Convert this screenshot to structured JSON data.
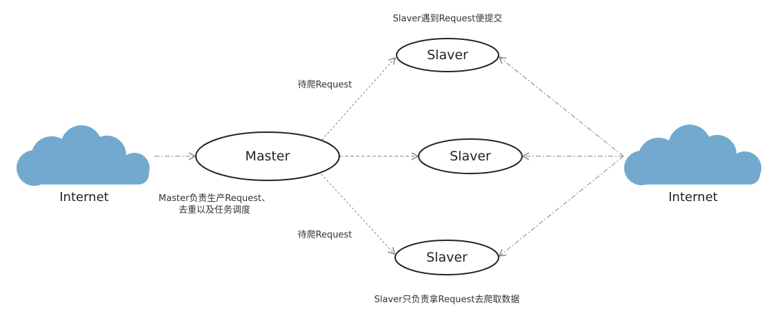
{
  "diagram": {
    "clouds": {
      "left": {
        "label": "Internet",
        "icon": "cloud-icon"
      },
      "right": {
        "label": "Internet",
        "icon": "cloud-icon"
      }
    },
    "nodes": {
      "master": "Master",
      "slaver_top": "Slaver",
      "slaver_middle": "Slaver",
      "slaver_bottom": "Slaver"
    },
    "notes": {
      "top_caption": "Slaver遇到Request便提交",
      "bottom_caption": "Slaver只负责拿Request去爬取数据",
      "edge_top_label": "待爬Request",
      "edge_bottom_label": "待爬Request",
      "master_desc_line1": "Master负责生产Request、",
      "master_desc_line2": "去重以及任务调度"
    },
    "colors": {
      "cloud": "#74a9cf",
      "node_stroke": "#222222",
      "edge": "#7f7f7f"
    }
  }
}
